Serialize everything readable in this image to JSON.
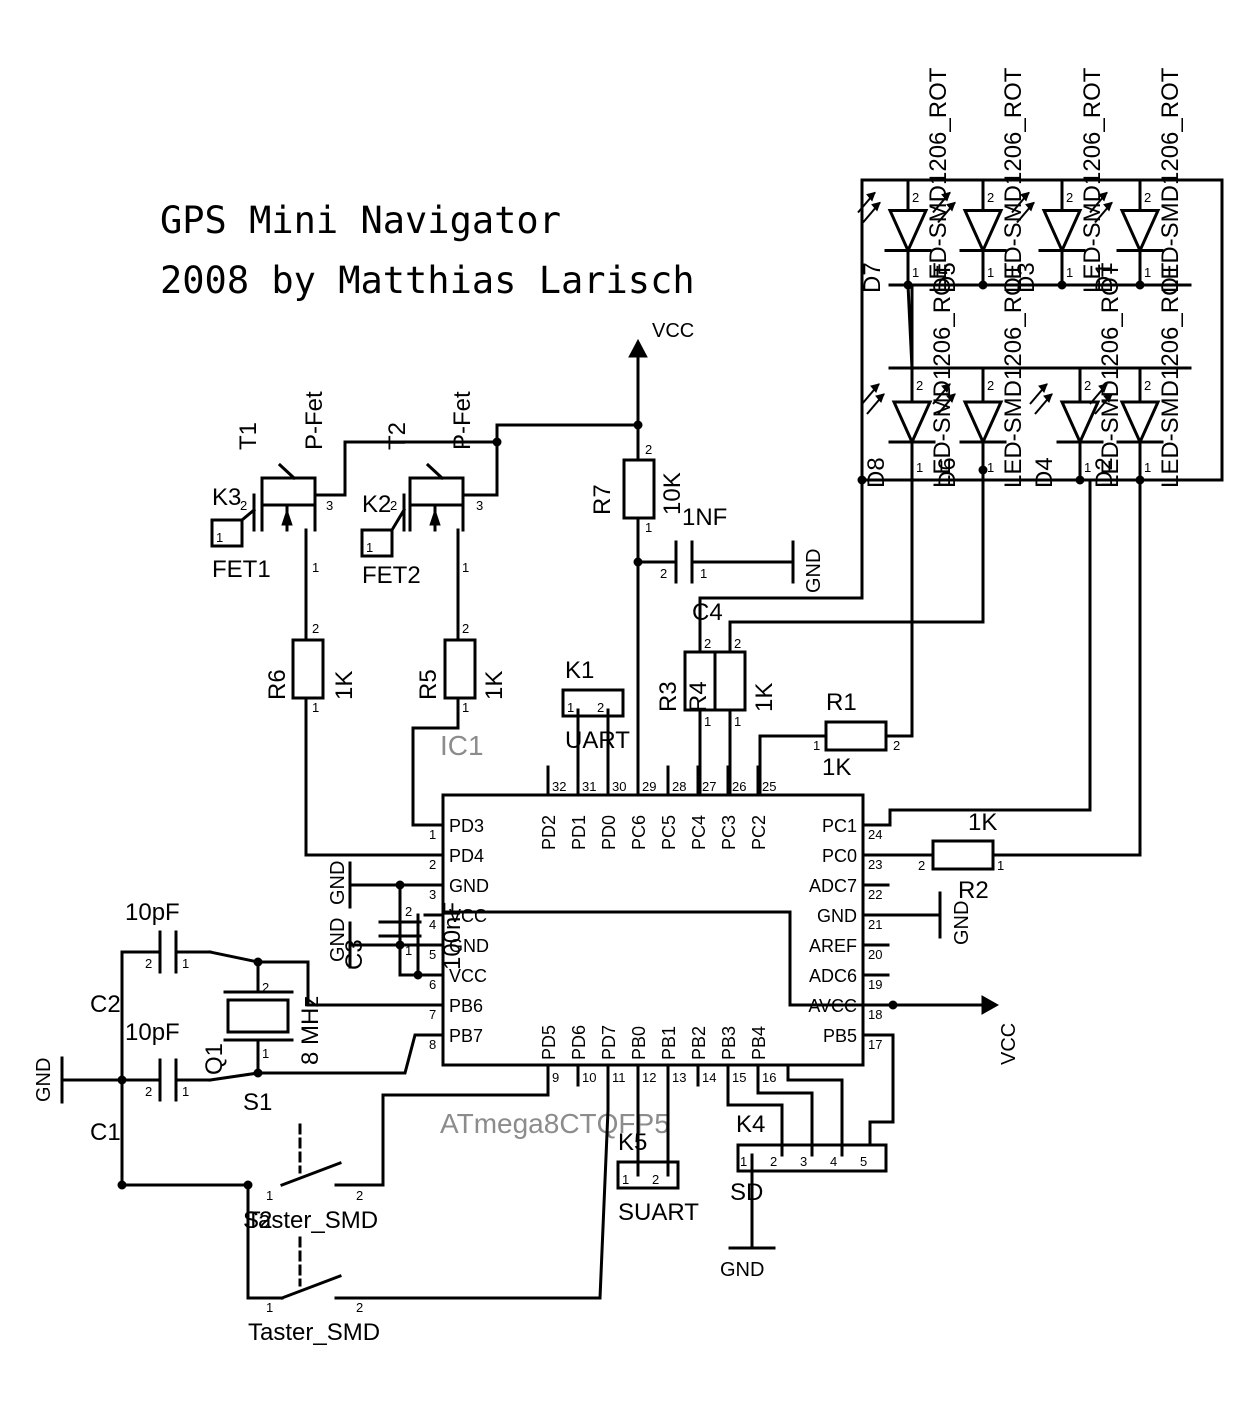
{
  "title": {
    "line1": "GPS Mini Navigator",
    "line2": "2008 by Matthias Larisch"
  },
  "power": {
    "vcc": "VCC",
    "gnd": "GND"
  },
  "ic": {
    "name": "IC1",
    "part": "ATmega8CTQFP5",
    "left_pins": [
      {
        "num": "1",
        "name": "PD3"
      },
      {
        "num": "2",
        "name": "PD4"
      },
      {
        "num": "3",
        "name": "GND"
      },
      {
        "num": "4",
        "name": "VCC"
      },
      {
        "num": "5",
        "name": "GND"
      },
      {
        "num": "6",
        "name": "VCC"
      },
      {
        "num": "7",
        "name": "PB6"
      },
      {
        "num": "8",
        "name": "PB7"
      }
    ],
    "right_pins": [
      {
        "num": "24",
        "name": "PC1"
      },
      {
        "num": "23",
        "name": "PC0"
      },
      {
        "num": "22",
        "name": "ADC7"
      },
      {
        "num": "21",
        "name": "GND"
      },
      {
        "num": "20",
        "name": "AREF"
      },
      {
        "num": "19",
        "name": "ADC6"
      },
      {
        "num": "18",
        "name": "AVCC"
      },
      {
        "num": "17",
        "name": "PB5"
      }
    ],
    "top_pins": [
      {
        "num": "32",
        "name": "PD2"
      },
      {
        "num": "31",
        "name": "PD1"
      },
      {
        "num": "30",
        "name": "PD0"
      },
      {
        "num": "29",
        "name": "PC6"
      },
      {
        "num": "28",
        "name": "PC5"
      },
      {
        "num": "27",
        "name": "PC4"
      },
      {
        "num": "26",
        "name": "PC3"
      },
      {
        "num": "25",
        "name": "PC2"
      }
    ],
    "bottom_pins": [
      {
        "num": "9",
        "name": "PD5"
      },
      {
        "num": "10",
        "name": "PD6"
      },
      {
        "num": "11",
        "name": "PD7"
      },
      {
        "num": "12",
        "name": "PB0"
      },
      {
        "num": "13",
        "name": "PB1"
      },
      {
        "num": "14",
        "name": "PB2"
      },
      {
        "num": "15",
        "name": "PB3"
      },
      {
        "num": "16",
        "name": "PB4"
      }
    ]
  },
  "transistors": {
    "t1": {
      "name": "T1",
      "type": "P-Fet"
    },
    "t2": {
      "name": "T2",
      "type": "P-Fet"
    }
  },
  "connectors": {
    "k1": {
      "name": "K1",
      "value": "UART"
    },
    "k2": {
      "name": "K2",
      "value": "FET2"
    },
    "k3": {
      "name": "K3",
      "value": "FET1"
    },
    "k4": {
      "name": "K4",
      "value": "SD"
    },
    "k5": {
      "name": "K5",
      "value": "SUART"
    }
  },
  "resistors": {
    "r1": {
      "name": "R1",
      "value": "1K"
    },
    "r2": {
      "name": "R2",
      "value": "1K"
    },
    "r3": {
      "name": "R3",
      "value": "1K"
    },
    "r4": {
      "name": "R4",
      "value": "1K"
    },
    "r5": {
      "name": "R5",
      "value": "1K"
    },
    "r6": {
      "name": "R6",
      "value": "1K"
    },
    "r7": {
      "name": "R7",
      "value": "10K"
    }
  },
  "capacitors": {
    "c1": {
      "name": "C1",
      "value": "10pF"
    },
    "c2": {
      "name": "C2",
      "value": "10pF"
    },
    "c3": {
      "name": "C3",
      "value": "100nF"
    },
    "c4": {
      "name": "C4",
      "value": "1NF"
    }
  },
  "crystal": {
    "name": "Q1",
    "value": "8 MHz"
  },
  "switches": {
    "s1": {
      "name": "S1",
      "value": "Taster_SMD"
    },
    "s2": {
      "name": "S2",
      "value": "Taster_SMD"
    }
  },
  "leds": {
    "top_value": "LED-SMD1206_ROT",
    "bottom_value": "LED-SMD1206_ROT",
    "top": [
      "D7",
      "D5",
      "D3",
      "D1"
    ],
    "bottom": [
      "D8",
      "D6",
      "D4",
      "D2"
    ]
  }
}
